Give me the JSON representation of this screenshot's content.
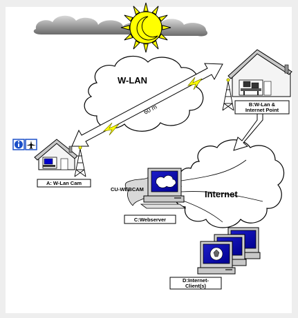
{
  "labels": {
    "wlan_cloud": "W-LAN",
    "distance": "60 m",
    "point_a": "A: W-Lan Cam",
    "point_b_line1": "B:W-Lan &",
    "point_b_line2": "Internet Point",
    "cu_webcam": "CU-WEBCAM",
    "point_c": "C:Webserver",
    "internet_cloud": "Internet",
    "point_d_line1": "D:Internet-",
    "point_d_line2": "Client(s)"
  },
  "colors": {
    "sun": "#ffff00",
    "moon": "#ffff00",
    "monitor_screen": "#0000cc",
    "info_badge": "#1a4fc8",
    "lightning": "#ffff00",
    "lightning_outline": "#808000"
  },
  "icons": {
    "sun": "sun-icon",
    "moon": "crescent-moon-icon",
    "info": "info-icon",
    "airplane": "airplane-icon",
    "lightning": "lightning-icon",
    "antenna": "antenna-tower-icon",
    "house": "house-icon",
    "computer": "computer-icon",
    "webcam": "webcam-icon"
  }
}
